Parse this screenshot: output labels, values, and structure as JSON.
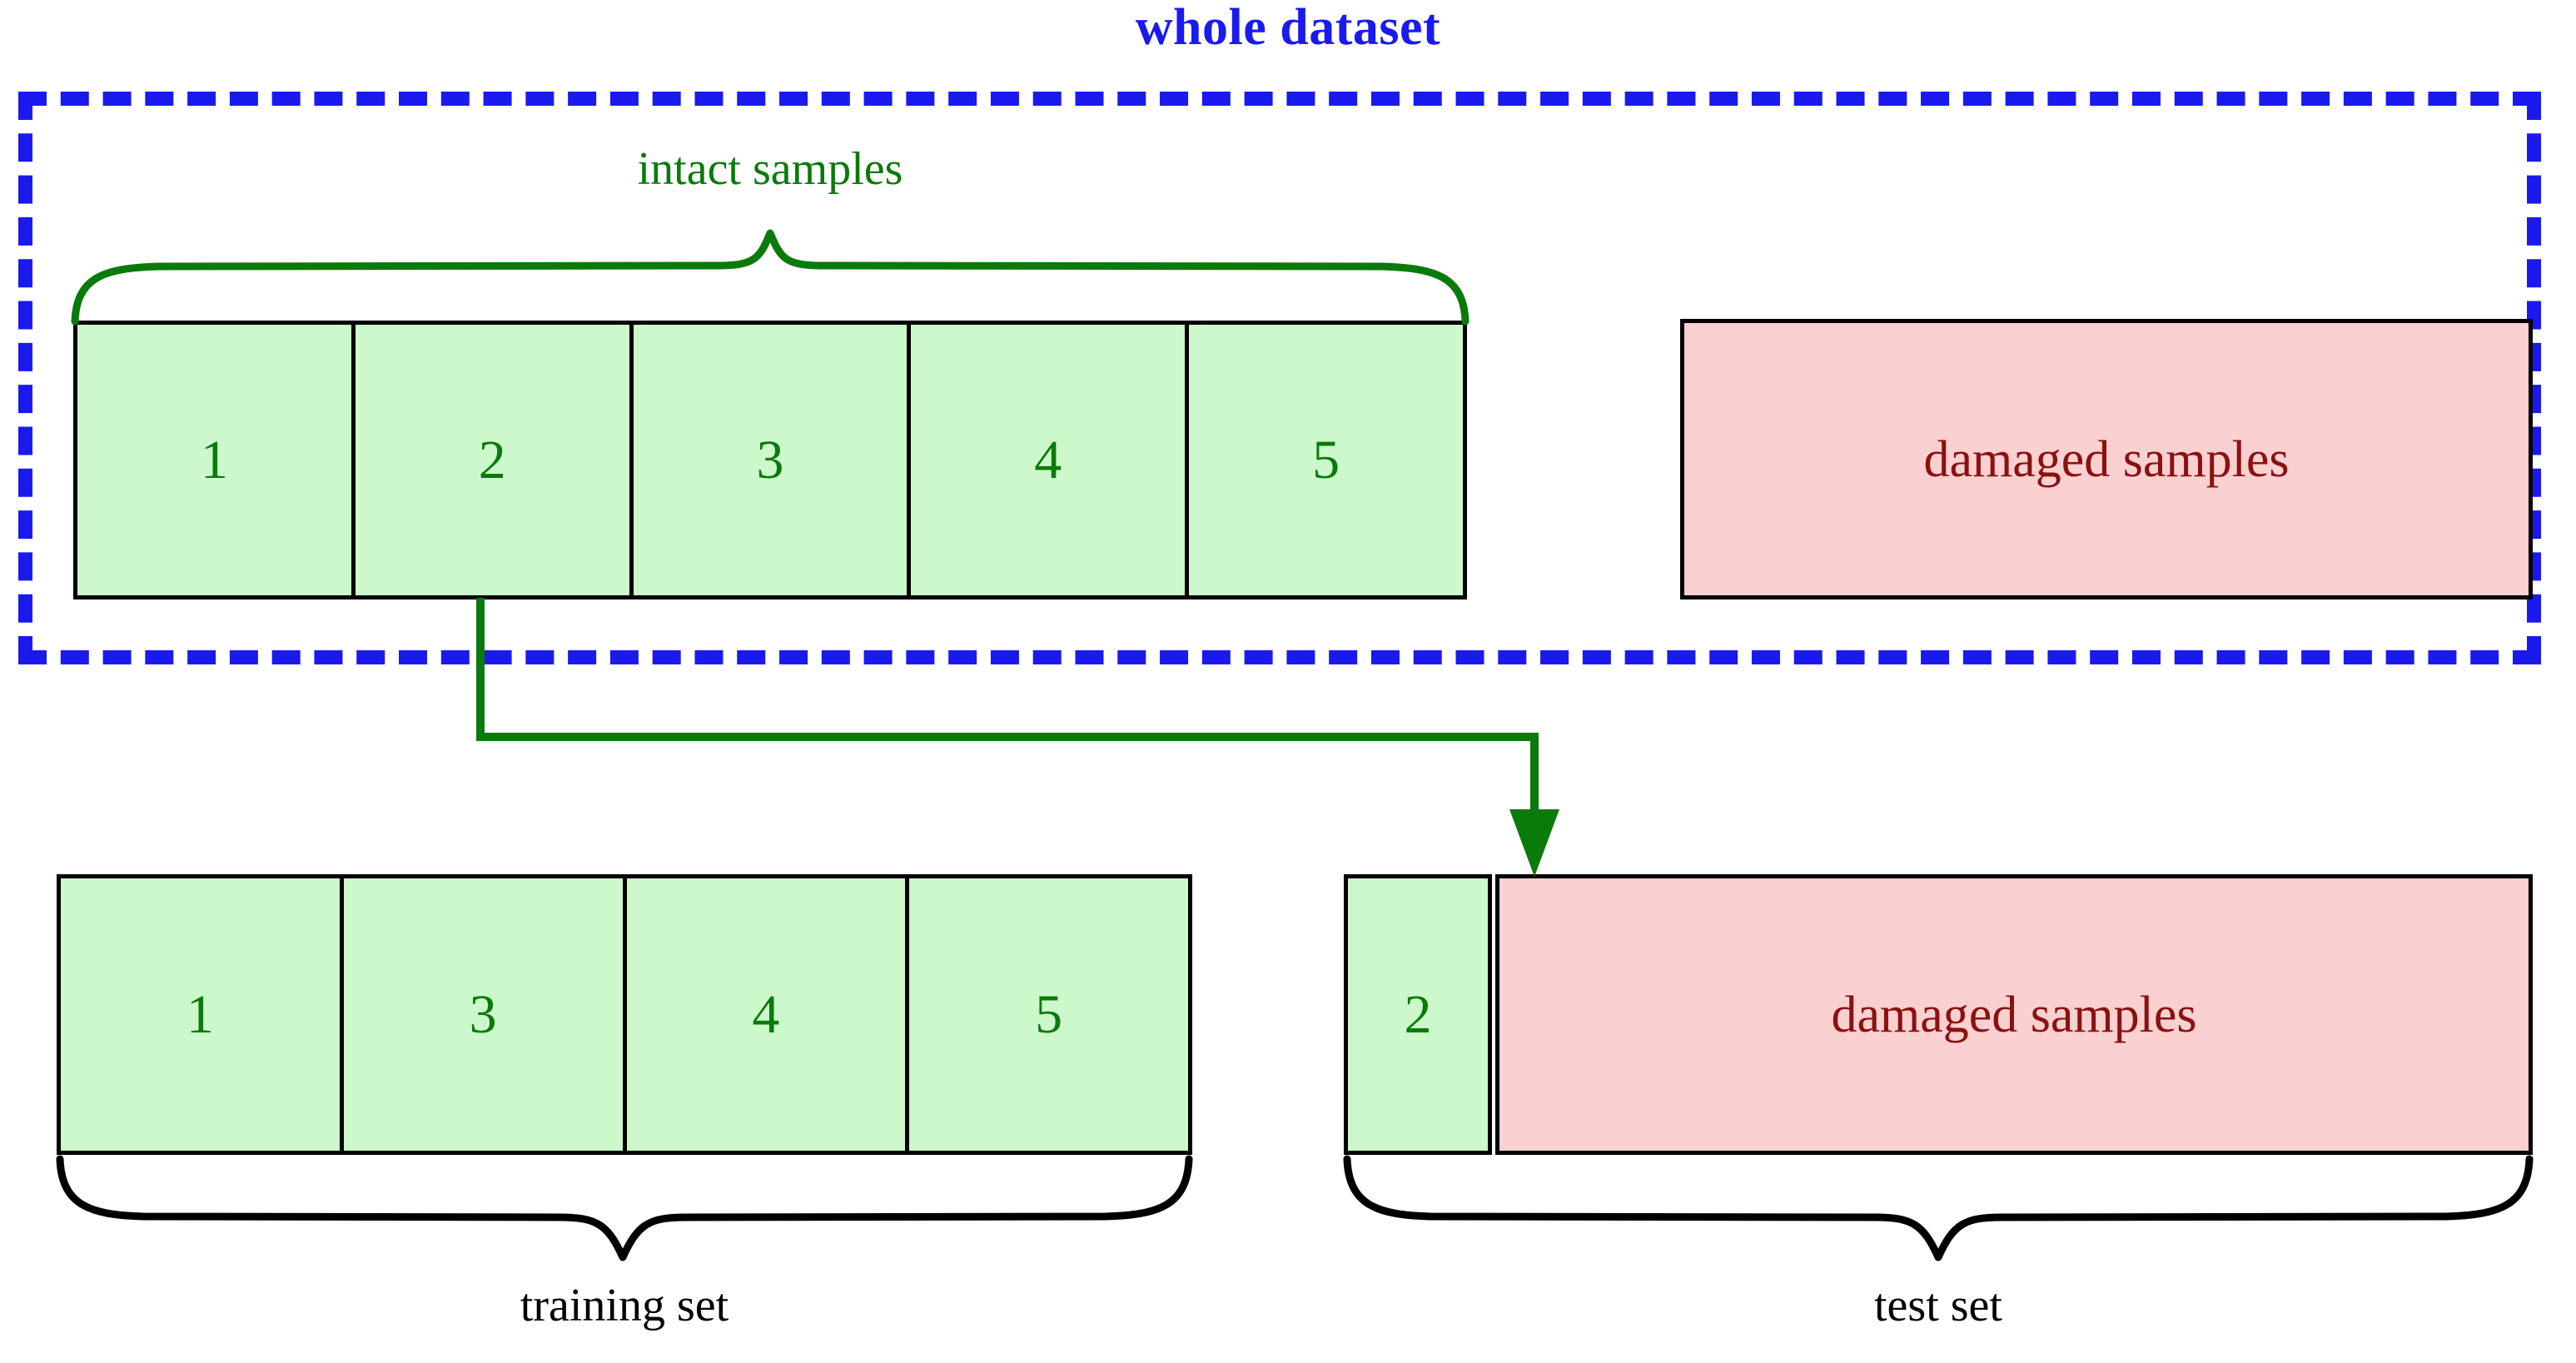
{
  "diagram": {
    "title": "whole dataset",
    "title_color": "#1a1aee",
    "border_color": "#1a1aee",
    "intact_label": "intact samples",
    "intact_label_color": "#0a7a0a",
    "green_fill": "#ccf8cc",
    "green_text": "#0a7a0a",
    "pink_fill": "#fbd0d0",
    "pink_text": "#8b1111",
    "connector_color": "#0a7a0a",
    "brace_color_top": "#0a7a0a",
    "brace_color_bottom": "#000000"
  },
  "whole_dataset": {
    "intact_row": {
      "cells": [
        {
          "label": "1"
        },
        {
          "label": "2"
        },
        {
          "label": "3"
        },
        {
          "label": "4"
        },
        {
          "label": "5"
        }
      ]
    },
    "damaged_box": {
      "label": "damaged samples"
    }
  },
  "training_set": {
    "label": "training set",
    "cells": [
      {
        "label": "1"
      },
      {
        "label": "3"
      },
      {
        "label": "4"
      },
      {
        "label": "5"
      }
    ]
  },
  "test_set": {
    "label": "test set",
    "held_out_cell": {
      "label": "2"
    },
    "damaged_box": {
      "label": "damaged samples"
    }
  }
}
